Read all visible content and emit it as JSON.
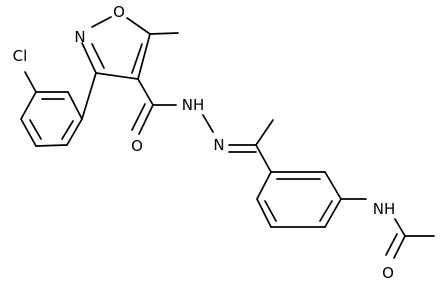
{
  "structure": {
    "atoms": {
      "cl": "Cl",
      "isoxazole_o": "O",
      "isoxazole_n": "N",
      "carbonyl_o": "O",
      "nh": "NH",
      "hydrazone_n": "N",
      "amide_nh": "NH",
      "amide_o": "O"
    }
  }
}
